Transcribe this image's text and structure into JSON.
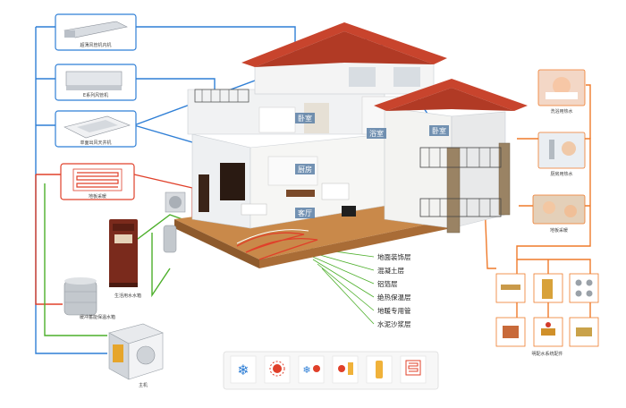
{
  "left_units": {
    "ultra_thin": "超薄风管机内机",
    "e_series": "E系列风管机",
    "cassette": "单面出风天井机",
    "floor_heating": "地板采暖",
    "hot_water_tank": "生活用水水箱",
    "buffer_tank": "缓冲蓄能保温水箱",
    "main_unit": "主机"
  },
  "rooms": {
    "bedroom_left": "卧室",
    "bathroom": "浴室",
    "bedroom_right": "卧室",
    "kitchen": "厨房",
    "living_room": "客厅"
  },
  "floor_layers": [
    "地面装饰层",
    "混凝土层",
    "铝箔层",
    "绝热保温层",
    "地暖专用管",
    "水泥沙浆层"
  ],
  "right_panel": {
    "bathing": "洗浴用热水",
    "kitchen_water": "厨房用热水",
    "floor_heat": "地板采暖",
    "accessories": "明配水系统配件"
  },
  "colors": {
    "blue_line": "#2f7fd6",
    "red_line": "#e0402a",
    "green_line": "#4caf2a",
    "orange_line": "#ef7a2a",
    "roof": "#c8442d"
  }
}
